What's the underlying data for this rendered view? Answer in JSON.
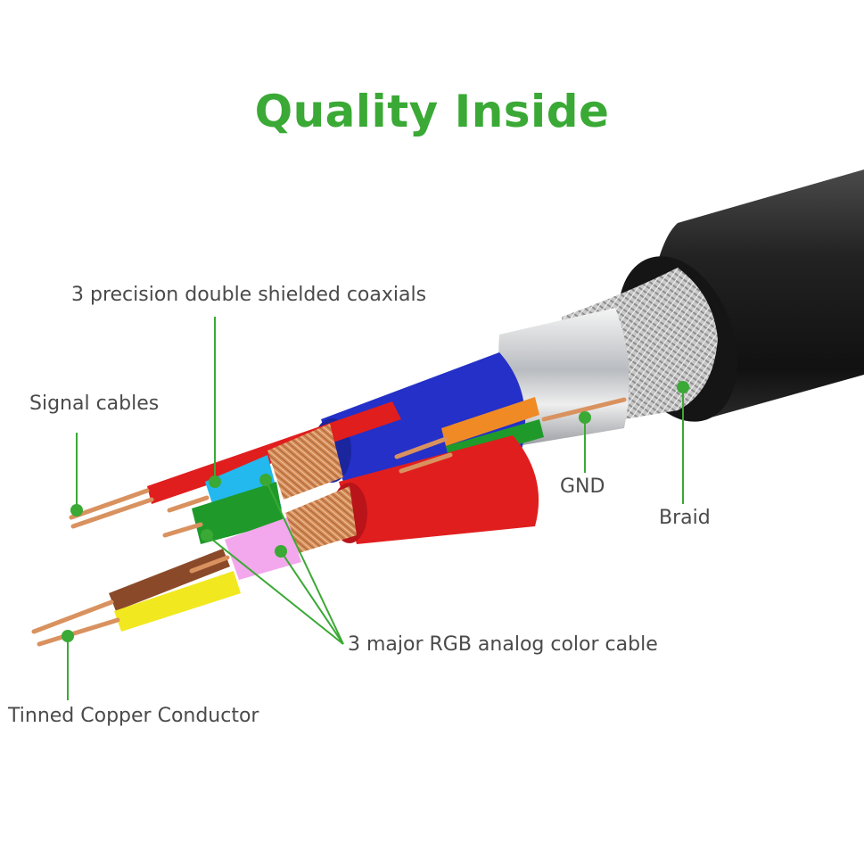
{
  "title": "Quality Inside",
  "labels": {
    "coaxials": "3 precision double shielded coaxials",
    "signal": "Signal cables",
    "gnd": "GND",
    "braid": "Braid",
    "rgb": "3 major RGB analog color cable",
    "conductor": "Tinned Copper Conductor"
  },
  "colors": {
    "accent": "#3aa935",
    "text": "#4a4a4a",
    "jacket": "#1f1f1f",
    "blue": "#2430c8",
    "red": "#e01e1e",
    "green": "#1f9a2a",
    "cyan": "#23b8ee",
    "pink": "#f3a7ec",
    "yellow": "#f2e81f",
    "brown": "#8a4a2a",
    "orange": "#f08a24",
    "copper": "#d9925f"
  }
}
